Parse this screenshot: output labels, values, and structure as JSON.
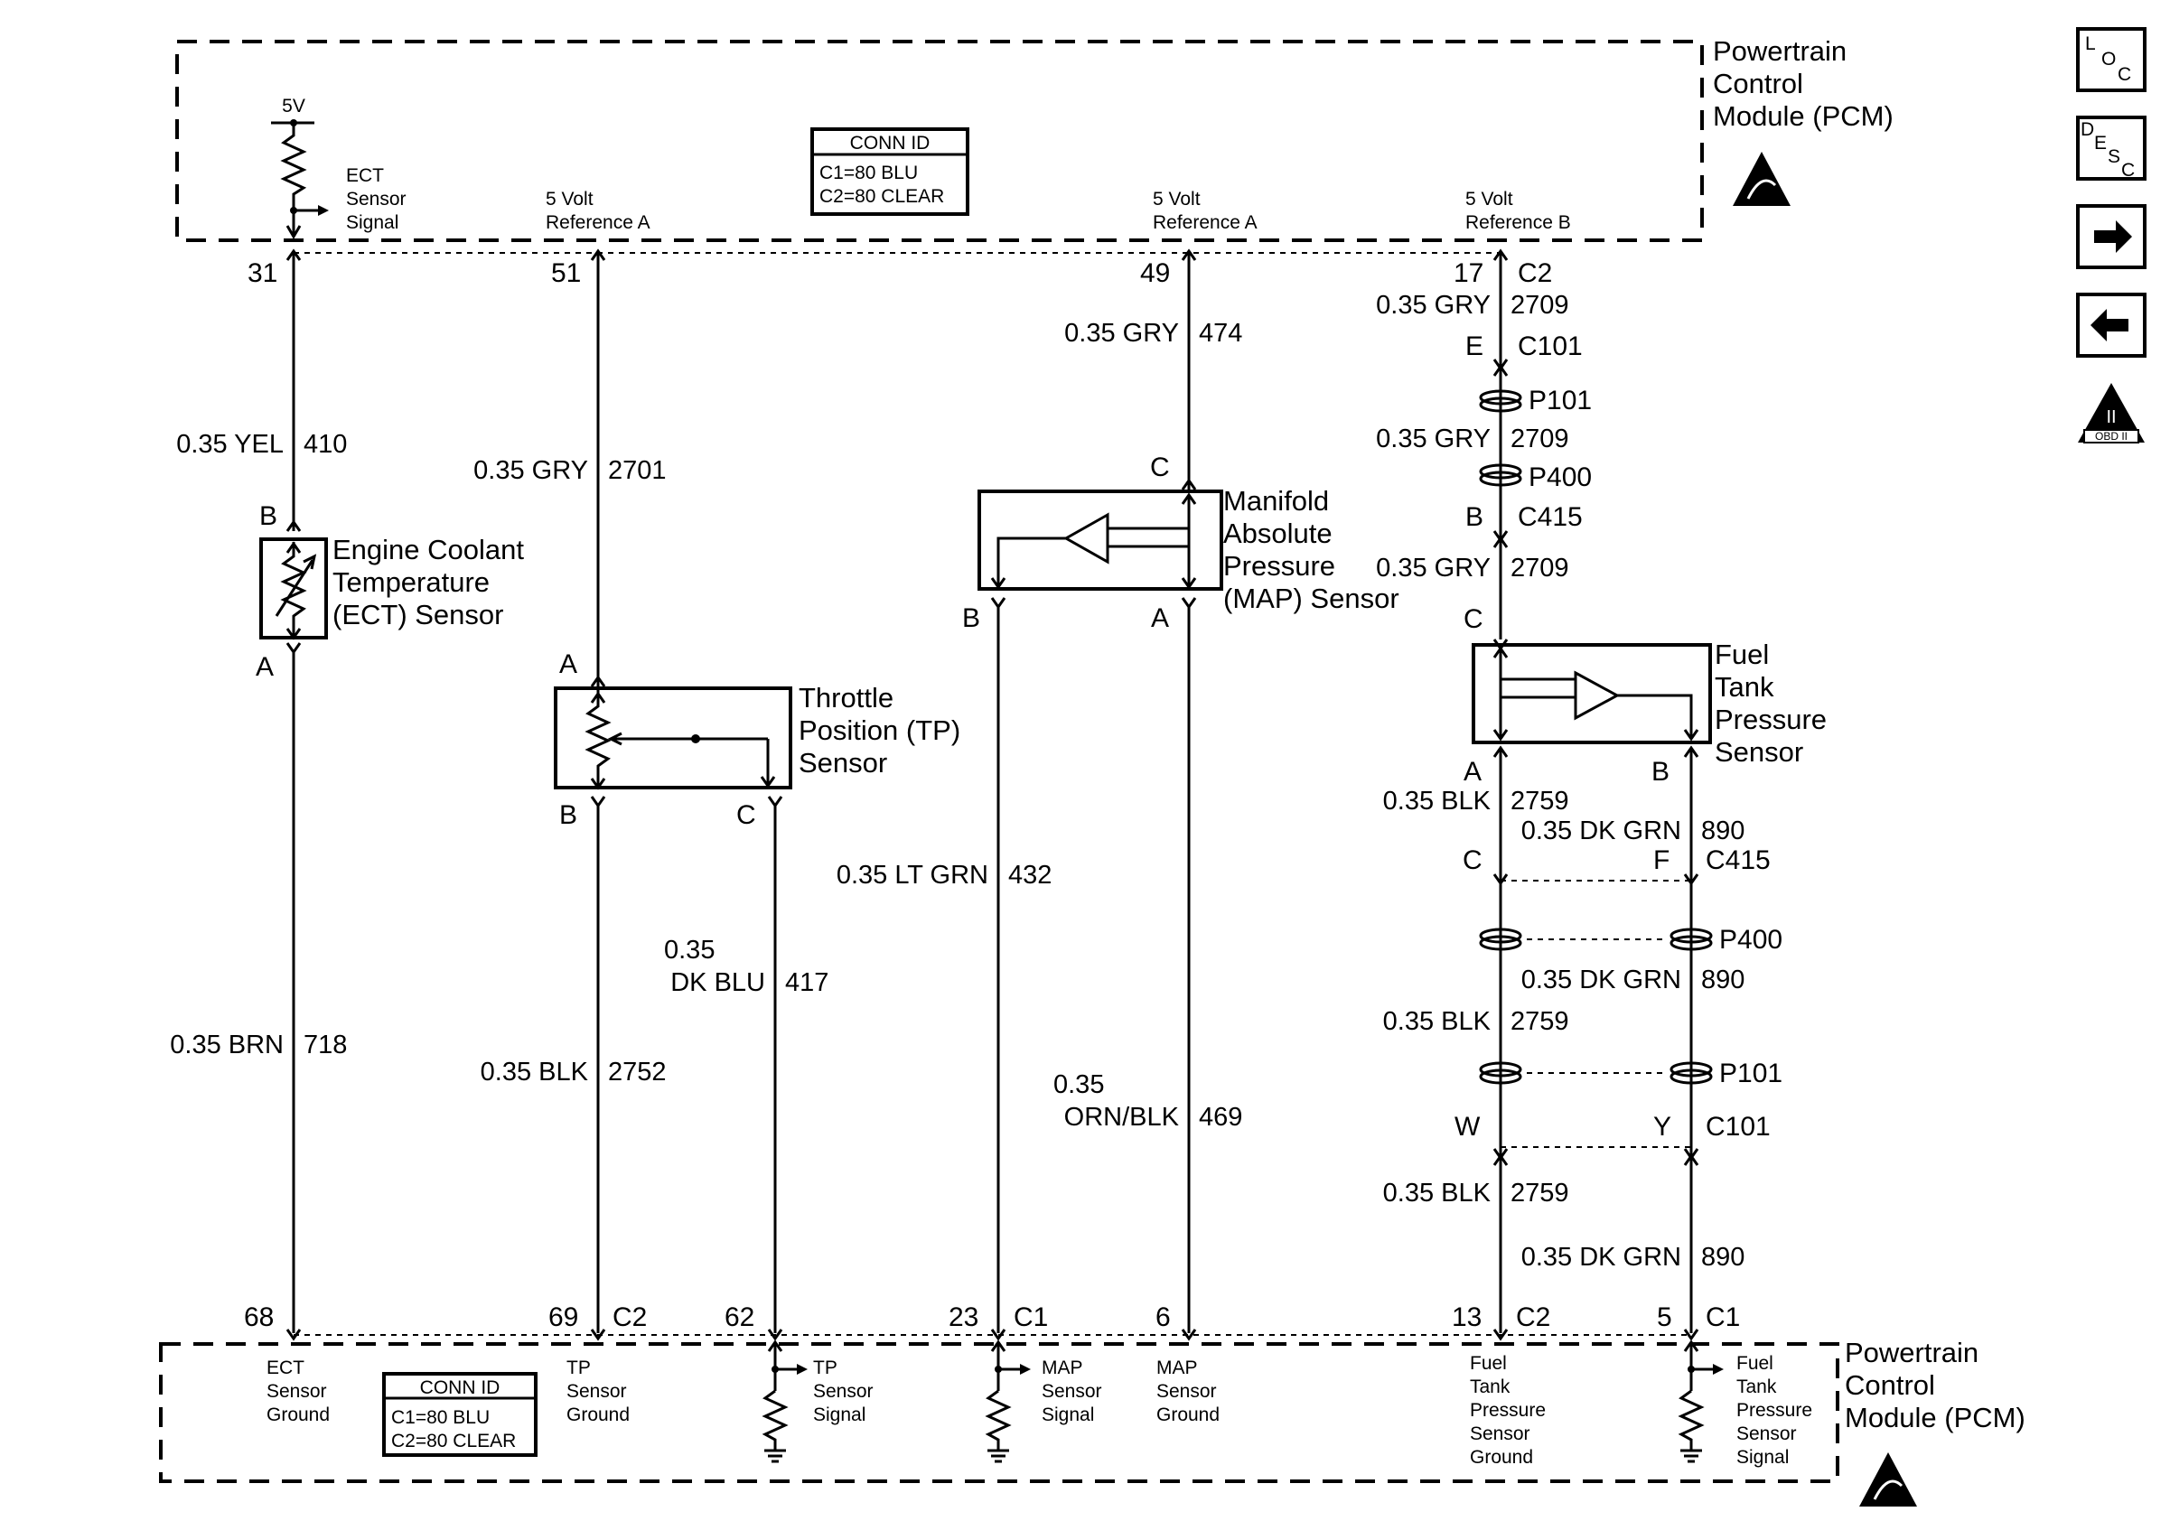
{
  "pcm_label": [
    "Powertrain",
    "Control",
    "Module (PCM)"
  ],
  "conn_id": {
    "title": "CONN ID",
    "c1": "C1=80 BLU",
    "c2": "C2=80 CLEAR"
  },
  "top_circuits": {
    "v5": "5V",
    "ect_signal": [
      "ECT",
      "Sensor",
      "Signal"
    ],
    "ref_a1": [
      "5 Volt",
      "Reference A"
    ],
    "ref_a2": [
      "5 Volt",
      "Reference A"
    ],
    "ref_b": [
      "5 Volt",
      "Reference B"
    ]
  },
  "top_pins": {
    "p31": "31",
    "p51": "51",
    "p49": "49",
    "p17": "17",
    "c2": "C2"
  },
  "bottom_pins": {
    "p68": "68",
    "p69": "69",
    "c2a": "C2",
    "p62": "62",
    "p23": "23",
    "c1a": "C1",
    "p6": "6",
    "p13": "13",
    "c2b": "C2",
    "p5": "5",
    "c1b": "C1"
  },
  "bottom_circuits": {
    "ect_ground": [
      "ECT",
      "Sensor",
      "Ground"
    ],
    "tp_ground": [
      "TP",
      "Sensor",
      "Ground"
    ],
    "tp_signal": [
      "TP",
      "Sensor",
      "Signal"
    ],
    "map_signal": [
      "MAP",
      "Sensor",
      "Signal"
    ],
    "map_ground": [
      "MAP",
      "Sensor",
      "Ground"
    ],
    "ftp_ground": [
      "Fuel",
      "Tank",
      "Pressure",
      "Sensor",
      "Ground"
    ],
    "ftp_signal": [
      "Fuel",
      "Tank",
      "Pressure",
      "Sensor",
      "Signal"
    ]
  },
  "wires": {
    "w410": [
      "0.35 YEL",
      "410"
    ],
    "w718": [
      "0.35 BRN",
      "718"
    ],
    "w2701": [
      "0.35 GRY",
      "2701"
    ],
    "w2752": [
      "0.35 BLK",
      "2752"
    ],
    "w417": [
      "0.35",
      "DK BLU",
      "417"
    ],
    "w474": [
      "0.35 GRY",
      "474"
    ],
    "w432": [
      "0.35 LT GRN",
      "432"
    ],
    "w469": [
      "0.35",
      "ORN/BLK",
      "469"
    ],
    "w2709a": [
      "0.35 GRY",
      "2709"
    ],
    "w2709b": [
      "0.35 GRY",
      "2709"
    ],
    "w2709c": [
      "0.35 GRY",
      "2709"
    ],
    "w2759a": [
      "0.35 BLK",
      "2759"
    ],
    "w890a": [
      "0.35 DK GRN",
      "890"
    ],
    "w890b": [
      "0.35 DK GRN",
      "890"
    ],
    "w2759b": [
      "0.35 BLK",
      "2759"
    ],
    "w2759c": [
      "0.35 BLK",
      "2759"
    ],
    "w890c": [
      "0.35 DK GRN",
      "890"
    ]
  },
  "sensors": {
    "ect": [
      "Engine Coolant",
      "Temperature",
      "(ECT) Sensor"
    ],
    "tp": [
      "Throttle",
      "Position (TP)",
      "Sensor"
    ],
    "map": [
      "Manifold",
      "Absolute",
      "Pressure",
      "(MAP) Sensor"
    ],
    "ftp": [
      "Fuel",
      "Tank",
      "Pressure",
      "Sensor"
    ]
  },
  "terminals": {
    "ect_b": "B",
    "ect_a": "A",
    "tp_a": "A",
    "tp_b": "B",
    "tp_c": "C",
    "map_c": "C",
    "map_b": "B",
    "map_a": "A",
    "ftp_c": "C",
    "ftp_a": "A",
    "ftp_b": "B",
    "e": "E",
    "b": "B",
    "c415c": "C",
    "c415f": "F",
    "c101w": "W",
    "c101y": "Y"
  },
  "connectors": {
    "c101a": "C101",
    "p101a": "P101",
    "p400a": "P400",
    "c415a": "C415",
    "c415b": "C415",
    "p400b": "P400",
    "p101b": "P101",
    "c101b": "C101"
  },
  "side_icons": {
    "loc": [
      "L",
      "O",
      "C"
    ],
    "desc": [
      "D",
      "E",
      "S",
      "C"
    ],
    "obd": [
      "II",
      "OBD II"
    ]
  }
}
